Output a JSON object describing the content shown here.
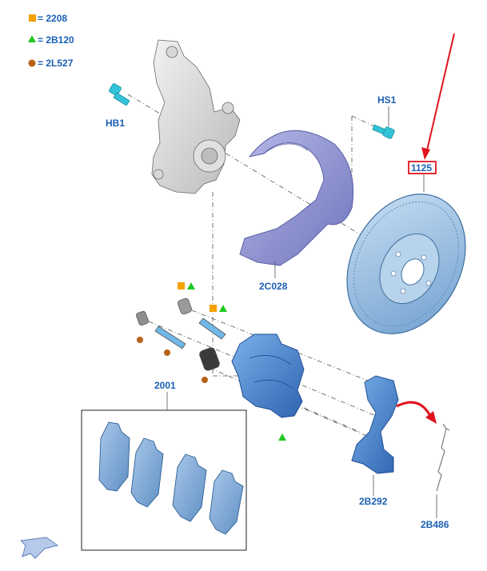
{
  "legend": {
    "items": [
      {
        "symbol": "square",
        "color": "#f5a100",
        "text": "= 2208"
      },
      {
        "symbol": "triangle",
        "color": "#22c722",
        "text": "= 2B120"
      },
      {
        "symbol": "circle",
        "color": "#b8621b",
        "text": "= 2L527"
      }
    ]
  },
  "labels": {
    "hb1": "HB1",
    "hs1": "HS1",
    "disc": "1125",
    "shield": "2C028",
    "pads": "2001",
    "bracket": "2B292",
    "clip": "2B486"
  },
  "colors": {
    "label_blue": "#1a5fb4",
    "part_blue": "#5b8fd4",
    "disc_blue": "#8ab4dd",
    "shield_violet": "#8a8fcf",
    "highlight_red": "#e0141e",
    "bolt_cyan": "#32c3d8"
  },
  "icons": {
    "nav_arrow": "arrow-down-left-icon"
  }
}
